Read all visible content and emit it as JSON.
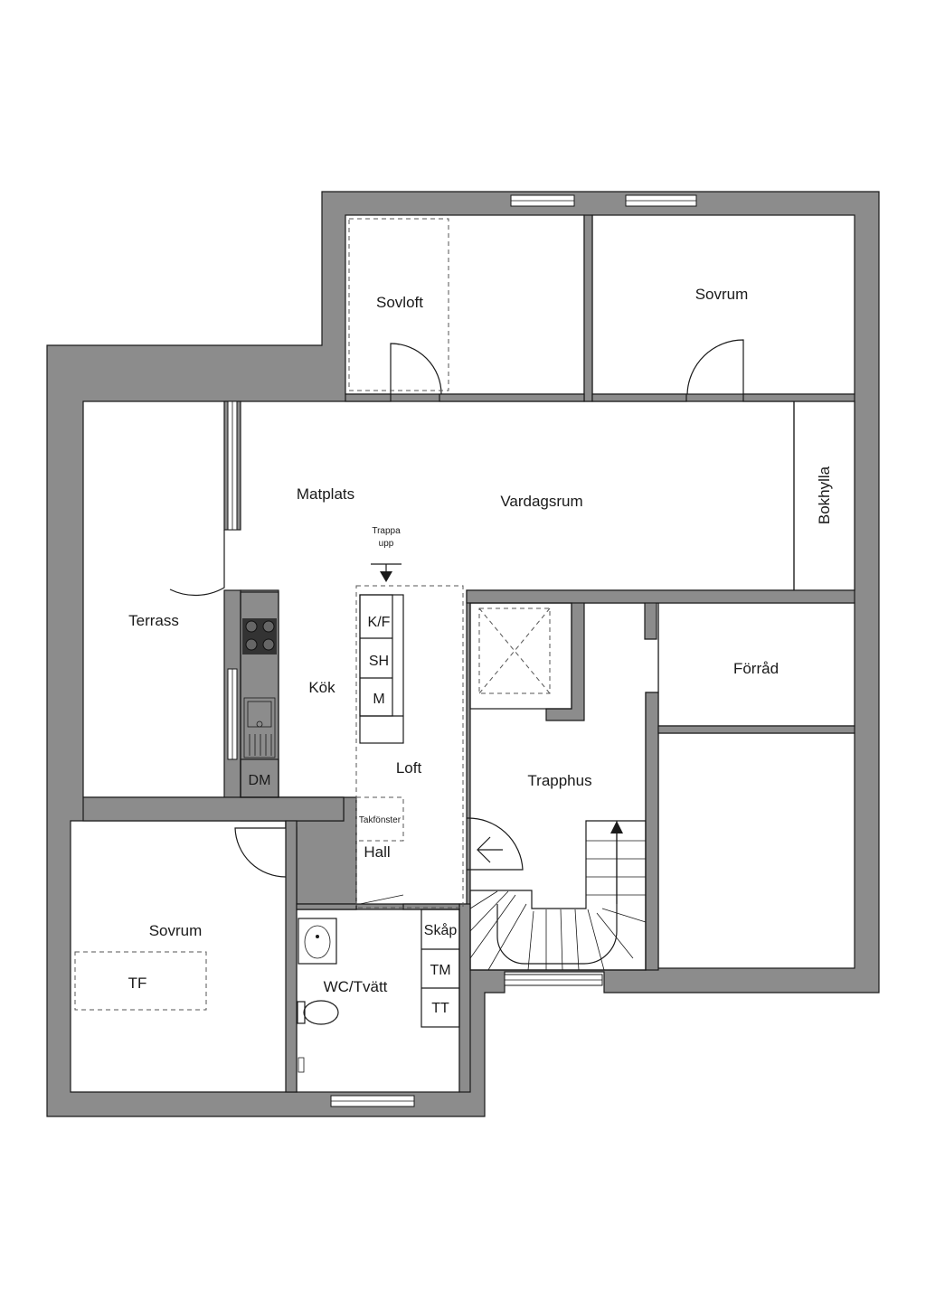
{
  "colors": {
    "wall": "#8c8c8c",
    "floor": "#ffffff",
    "ink": "#1a1a1a"
  },
  "rooms": {
    "sovloft": "Sovloft",
    "sovrum_top": "Sovrum",
    "matplats": "Matplats",
    "vardagsrum": "Vardagsrum",
    "bokhylla": "Bokhylla",
    "terrass": "Terrass",
    "kok": "Kök",
    "forrad": "Förråd",
    "loft": "Loft",
    "trapphus": "Trapphus",
    "hall": "Hall",
    "sovrum_bottom": "Sovrum",
    "tf": "TF",
    "wc": "WC/Tvätt"
  },
  "labels": {
    "trappa_line1": "Trappa",
    "trappa_line2": "upp",
    "takfonster": "Takfönster"
  },
  "fixtures": {
    "kf": "K/F",
    "sh": "SH",
    "m": "M",
    "dm": "DM",
    "skap": "Skåp",
    "tm": "TM",
    "tt": "TT"
  }
}
